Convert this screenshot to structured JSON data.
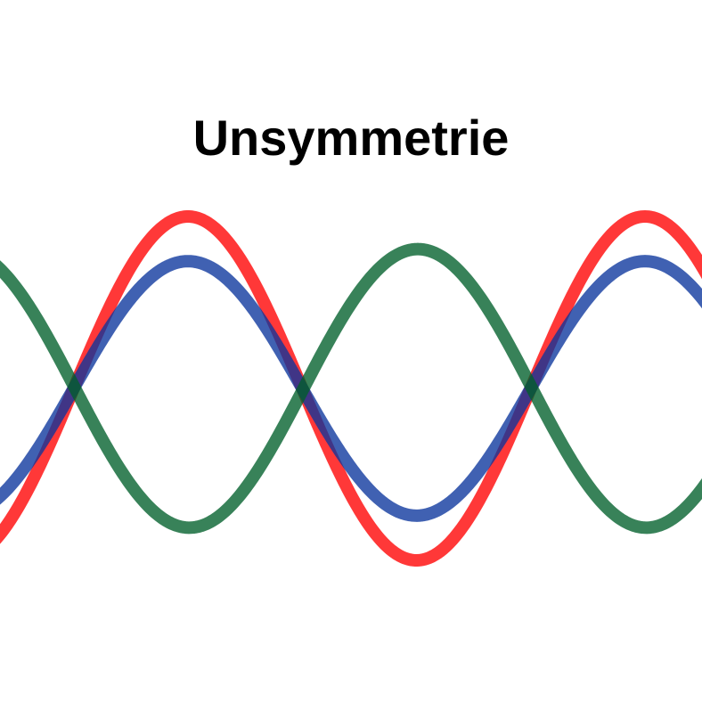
{
  "title": "Unsymmetrie",
  "waves": [
    {
      "name": "phase-red",
      "color": "#ff0000",
      "amplitude": 1.0
    },
    {
      "name": "phase-blue",
      "color": "#0a349c",
      "amplitude": 0.74
    },
    {
      "name": "phase-green",
      "color": "#005f2a",
      "amplitude": 0.81
    }
  ]
}
